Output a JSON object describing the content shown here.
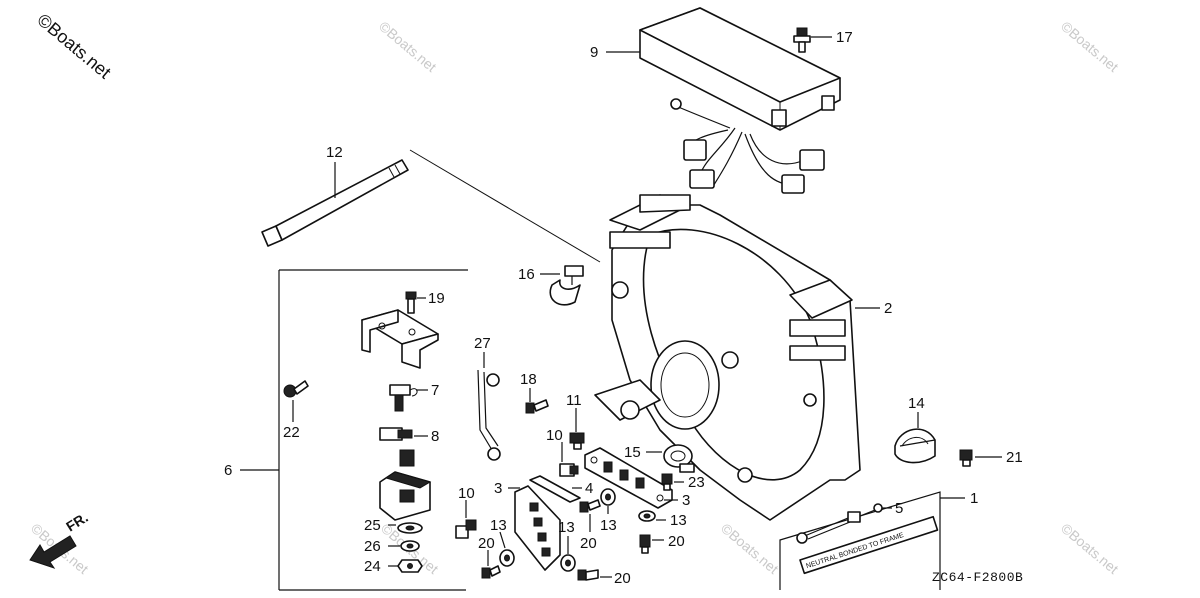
{
  "watermark": {
    "main": "©Boats.net",
    "faint": "©Boats.net"
  },
  "diagram_code": "ZC64-F2800B",
  "direction_label": "FR.",
  "frame_label_text": "NEUTRAL BONDED TO FRAME",
  "callouts": {
    "c1": "1",
    "c2": "2",
    "c3a": "3",
    "c3b": "3",
    "c4": "4",
    "c5": "5",
    "c6": "6",
    "c7": "7",
    "c8": "8",
    "c9": "9",
    "c10a": "10",
    "c10b": "10",
    "c11": "11",
    "c12": "12",
    "c13a": "13",
    "c13b": "13",
    "c13c": "13",
    "c13d": "13",
    "c14": "14",
    "c15": "15",
    "c16": "16",
    "c17": "17",
    "c18": "18",
    "c19": "19",
    "c20a": "20",
    "c20b": "20",
    "c20c": "20",
    "c20d": "20",
    "c21": "21",
    "c22": "22",
    "c23": "23",
    "c24": "24",
    "c25": "25",
    "c26": "26",
    "c27": "27"
  }
}
